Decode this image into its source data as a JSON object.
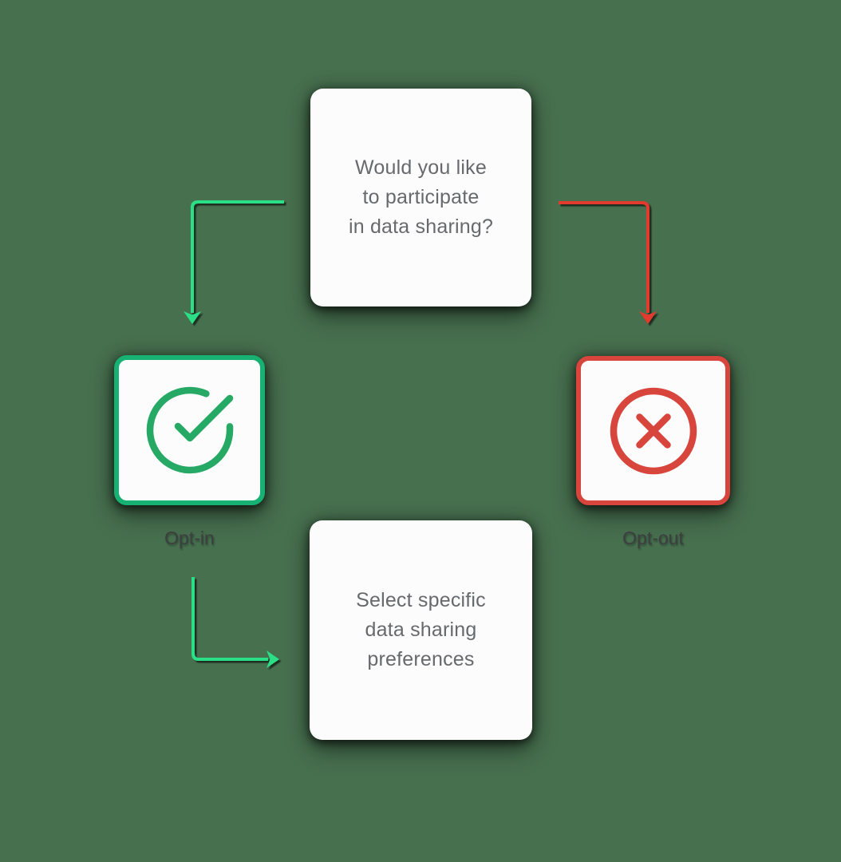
{
  "diagram": {
    "background_color": "#47704f",
    "card_background": "#fcfcfc",
    "question": {
      "text": "Would you like to participate in data sharing?",
      "lines": [
        "Would you like",
        "to participate",
        "in data sharing?"
      ],
      "text_color": "#67696c"
    },
    "opt_in": {
      "label": "Opt-in",
      "icon": "check-circle-icon",
      "accent_color": "#17b173",
      "icon_color": "#27a966"
    },
    "opt_out": {
      "label": "Opt-out",
      "icon": "x-circle-icon",
      "accent_color": "#d7453c",
      "icon_color": "#d7453c"
    },
    "preferences": {
      "text": "Select specific data sharing preferences",
      "lines": [
        "Select specific",
        "data sharing",
        "preferences"
      ],
      "text_color": "#67696c"
    },
    "arrows": [
      {
        "name": "question-to-opt-in",
        "color": "#2cdf86"
      },
      {
        "name": "question-to-opt-out",
        "color": "#e23b2e"
      },
      {
        "name": "opt-in-to-preferences",
        "color": "#2cdf86"
      }
    ]
  }
}
